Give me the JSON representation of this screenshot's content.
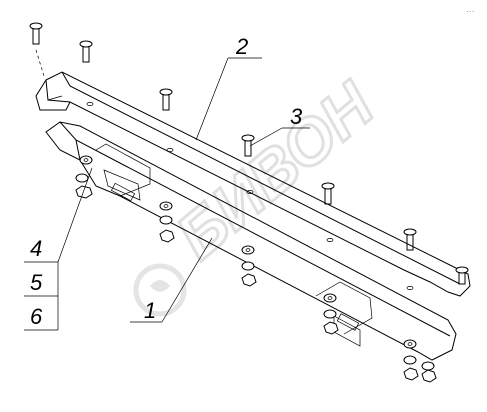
{
  "figure": {
    "corner_mark": "…",
    "callouts": [
      {
        "id": "callout-1",
        "label": "1"
      },
      {
        "id": "callout-2",
        "label": "2"
      },
      {
        "id": "callout-3",
        "label": "3"
      },
      {
        "id": "callout-4",
        "label": "4"
      },
      {
        "id": "callout-5",
        "label": "5"
      },
      {
        "id": "callout-6",
        "label": "6"
      }
    ],
    "watermark": {
      "text": "БИВОН",
      "color": "#d9d9d9"
    },
    "colors": {
      "line": "#000000",
      "background": "#ffffff"
    }
  }
}
